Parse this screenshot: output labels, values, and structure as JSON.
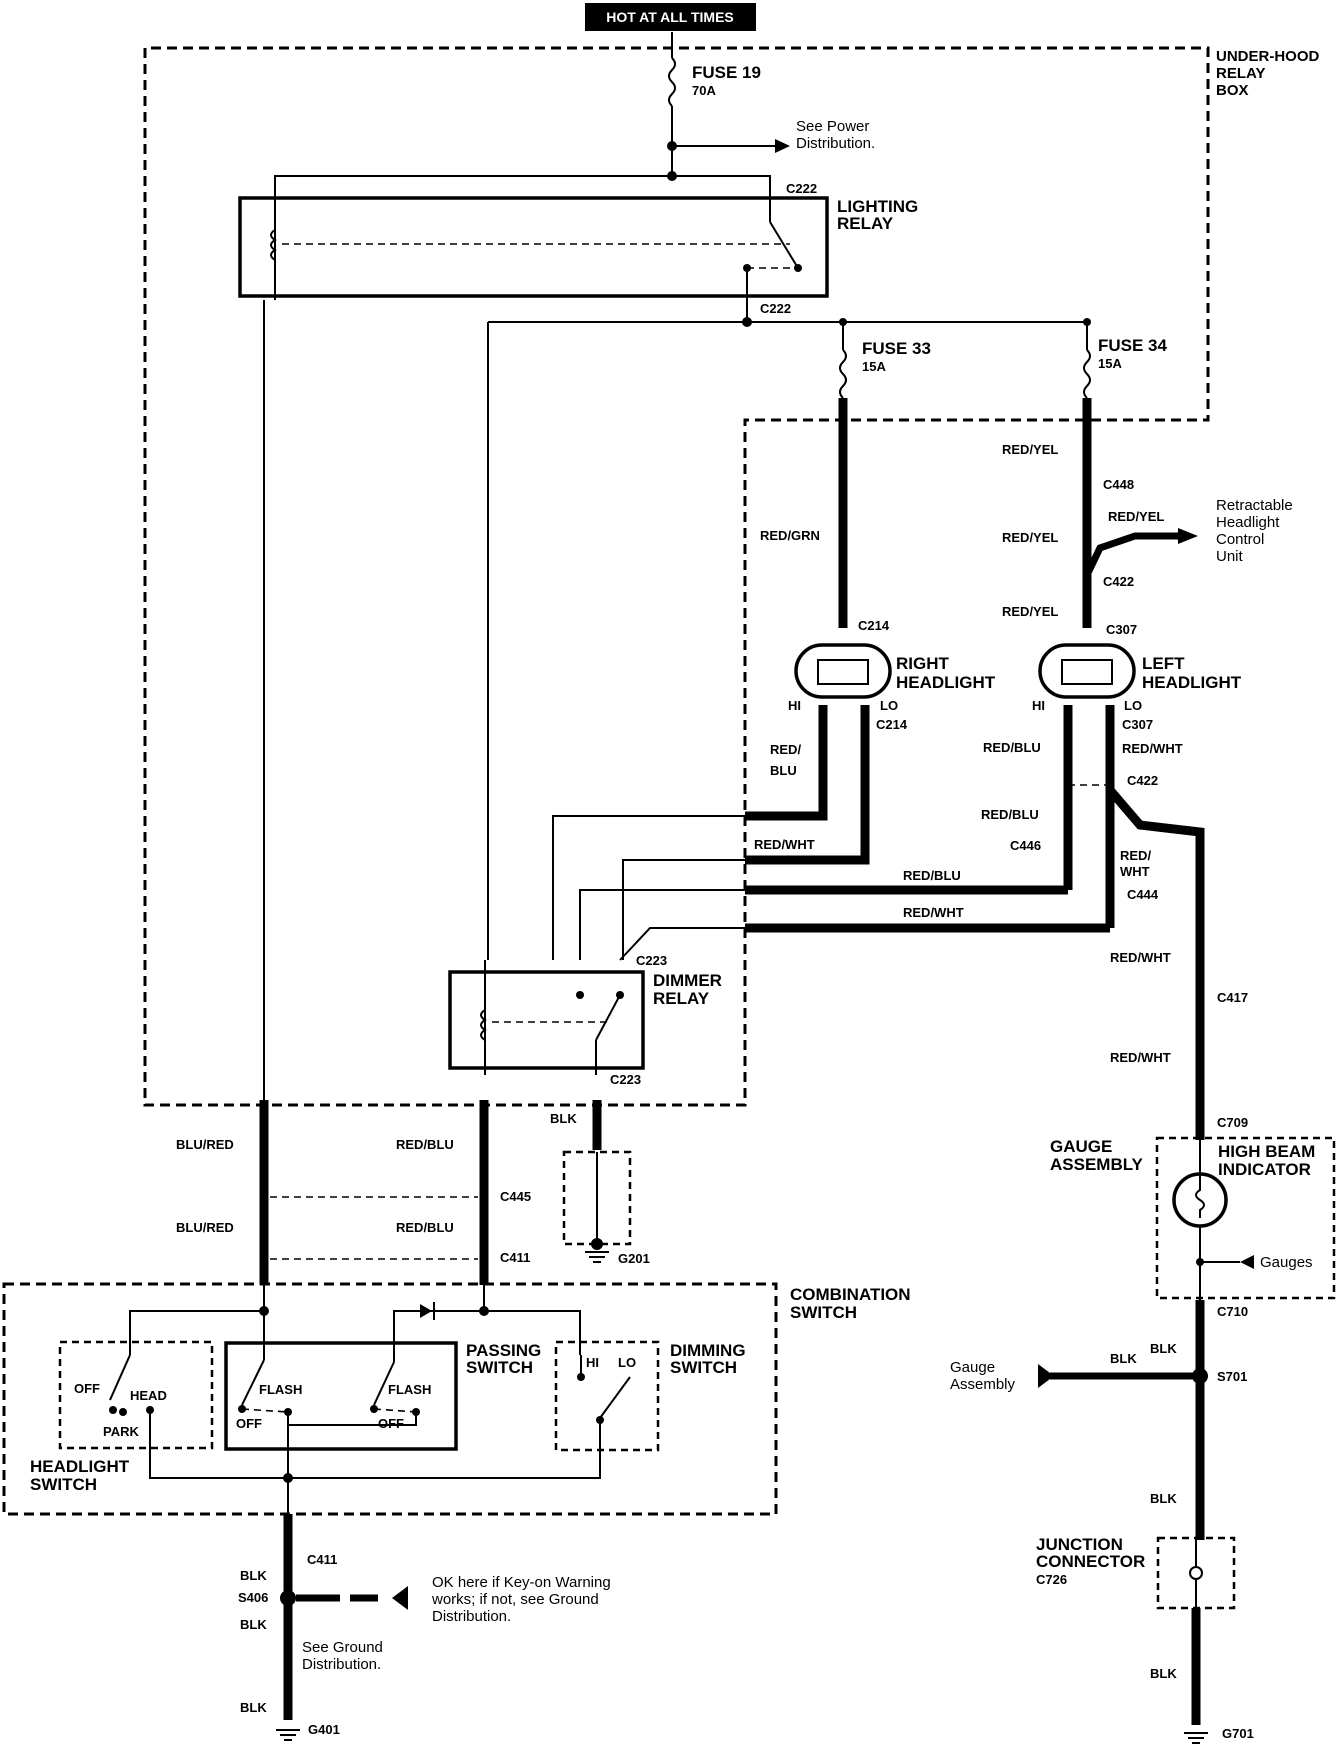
{
  "banner": "HOT AT ALL TIMES",
  "relay_box": {
    "line1": "UNDER-HOOD",
    "line2": "RELAY",
    "line3": "BOX"
  },
  "fuse19": {
    "name": "FUSE 19",
    "rating": "70A"
  },
  "fuse33": {
    "name": "FUSE 33",
    "rating": "15A"
  },
  "fuse34": {
    "name": "FUSE 34",
    "rating": "15A"
  },
  "power_dist": {
    "line1": "See Power",
    "line2": "Distribution."
  },
  "lighting_relay": {
    "line1": "LIGHTING",
    "line2": "RELAY"
  },
  "dimmer_relay": {
    "line1": "DIMMER",
    "line2": "RELAY"
  },
  "right_headlight": {
    "line1": "RIGHT",
    "line2": "HEADLIGHT"
  },
  "left_headlight": {
    "line1": "LEFT",
    "line2": "HEADLIGHT"
  },
  "retract": {
    "line1": "Retractable",
    "line2": "Headlight",
    "line3": "Control",
    "line4": "Unit"
  },
  "combination_switch": {
    "line1": "COMBINATION",
    "line2": "SWITCH"
  },
  "passing_switch": {
    "line1": "PASSING",
    "line2": "SWITCH"
  },
  "dimming_switch": {
    "line1": "DIMMING",
    "line2": "SWITCH"
  },
  "headlight_switch": {
    "line1": "HEADLIGHT",
    "line2": "SWITCH"
  },
  "gauge_assembly": {
    "line1": "GAUGE",
    "line2": "ASSEMBLY"
  },
  "high_beam": {
    "line1": "HIGH BEAM",
    "line2": "INDICATOR"
  },
  "gauges": "Gauges",
  "gauge_asm_ext": {
    "line1": "Gauge",
    "line2": "Assembly"
  },
  "junction": {
    "line1": "JUNCTION",
    "line2": "CONNECTOR",
    "line3": "C726"
  },
  "ground_note": {
    "line1": "OK here if Key-on Warning",
    "line2": "works; if not, see Ground",
    "line3": "Distribution."
  },
  "see_ground": {
    "line1": "See Ground",
    "line2": "Distribution."
  },
  "switch_positions": {
    "off": "OFF",
    "head": "HEAD",
    "park": "PARK",
    "flash": "FLASH",
    "hi": "HI",
    "lo": "LO"
  },
  "connectors": {
    "c222": "C222",
    "c214": "C214",
    "c307": "C307",
    "c448": "C448",
    "c422": "C422",
    "c446": "C446",
    "c444": "C444",
    "c223": "C223",
    "c417": "C417",
    "c709": "C709",
    "c710": "C710",
    "c445": "C445",
    "c411": "C411",
    "s701": "S701",
    "s406": "S406"
  },
  "grounds": {
    "g201": "G201",
    "g401": "G401",
    "g701": "G701"
  },
  "wires": {
    "red_grn": "RED/GRN",
    "red_yel": "RED/YEL",
    "red_blu": "RED/BLU",
    "red_wht": "RED/WHT",
    "red_slash": "RED/",
    "blu": "BLU",
    "wht": "WHT",
    "blu_red": "BLU/RED",
    "blk": "BLK"
  }
}
